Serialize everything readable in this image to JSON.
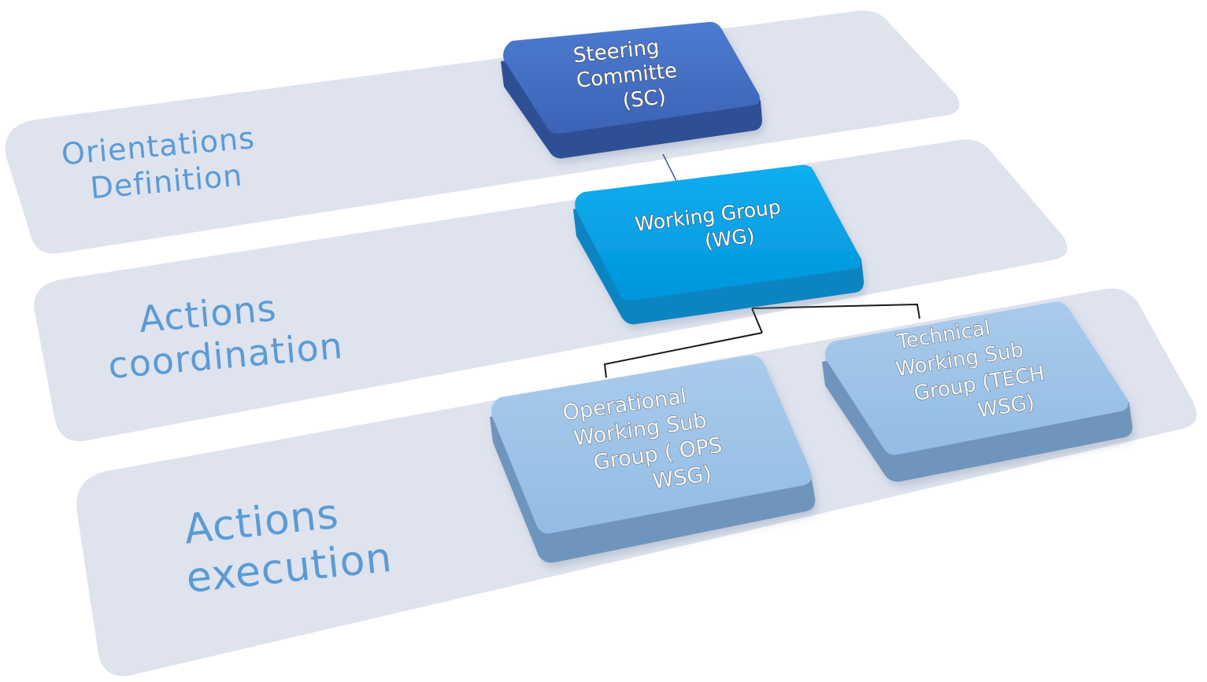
{
  "layers": [
    {
      "label_lines": [
        "Orientations",
        "Definition"
      ],
      "color": "#dde3ee"
    },
    {
      "label_lines": [
        "Actions",
        "coordination"
      ],
      "color": "#dde3ee"
    },
    {
      "label_lines": [
        "Actions",
        "execution"
      ],
      "color": "#dde3ee"
    }
  ],
  "boxes": {
    "sc": {
      "label_lines": [
        "Steering",
        "Committe",
        "(SC)"
      ],
      "color": "#4472c4"
    },
    "wg": {
      "label_lines": [
        "Working Group",
        "(WG)"
      ],
      "color": "#00a0e3"
    },
    "ops": {
      "label_lines": [
        "Operational",
        "Working Sub",
        "Group ( OPS",
        "WSG)"
      ],
      "color": "#9dc3e6"
    },
    "tech": {
      "label_lines": [
        "Technical",
        "Working Sub",
        "Group (TECH",
        "WSG)"
      ],
      "color": "#9dc3e6"
    }
  },
  "label_color": "#5b9bd5"
}
